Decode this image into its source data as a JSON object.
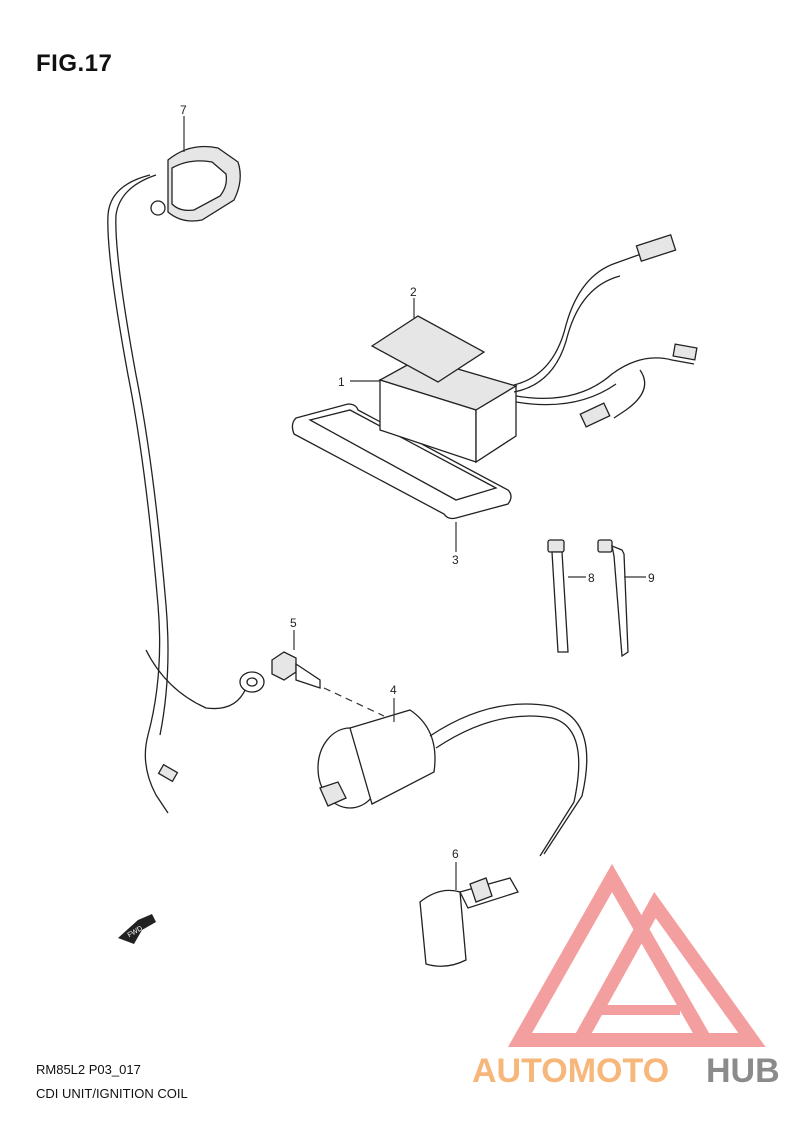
{
  "figure": {
    "title": "FIG.17"
  },
  "footer": {
    "code": "RM85L2 P03_017",
    "name": "CDI UNIT/IGNITION COIL"
  },
  "callouts": [
    {
      "id": "1",
      "label": "1"
    },
    {
      "id": "2",
      "label": "2"
    },
    {
      "id": "3",
      "label": "3"
    },
    {
      "id": "4",
      "label": "4"
    },
    {
      "id": "5",
      "label": "5"
    },
    {
      "id": "6",
      "label": "6"
    },
    {
      "id": "7",
      "label": "7"
    },
    {
      "id": "8",
      "label": "8"
    },
    {
      "id": "9",
      "label": "9"
    }
  ],
  "fwd_label": "FWD",
  "watermark": {
    "part1": "AUTOMOTO",
    "part2": "HUB",
    "color1": "#f7b77a",
    "color2": "#8b8b8b",
    "logo_color": "#f08080"
  }
}
